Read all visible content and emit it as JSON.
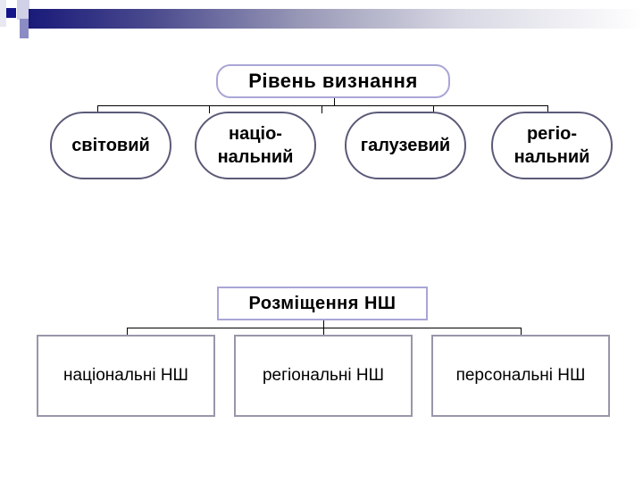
{
  "header": {
    "decoration": "gradient-bar",
    "accent_color": "#1a1a7a"
  },
  "diagram1": {
    "title": "Рівень визнання",
    "nodes": [
      {
        "label_line1": "світовий",
        "label_line2": ""
      },
      {
        "label_line1": "націо-",
        "label_line2": "нальний"
      },
      {
        "label_line1": "галузевий",
        "label_line2": ""
      },
      {
        "label_line1": "регіо-",
        "label_line2": "нальний"
      }
    ]
  },
  "diagram2": {
    "title": "Розміщення НШ",
    "nodes": [
      {
        "label": "національні НШ"
      },
      {
        "label": "регіональні НШ"
      },
      {
        "label": "персональні НШ"
      }
    ]
  },
  "colors": {
    "title_border": "#a9a6d6",
    "oval_border": "#5a5a78",
    "rect_border": "#9896aa"
  }
}
